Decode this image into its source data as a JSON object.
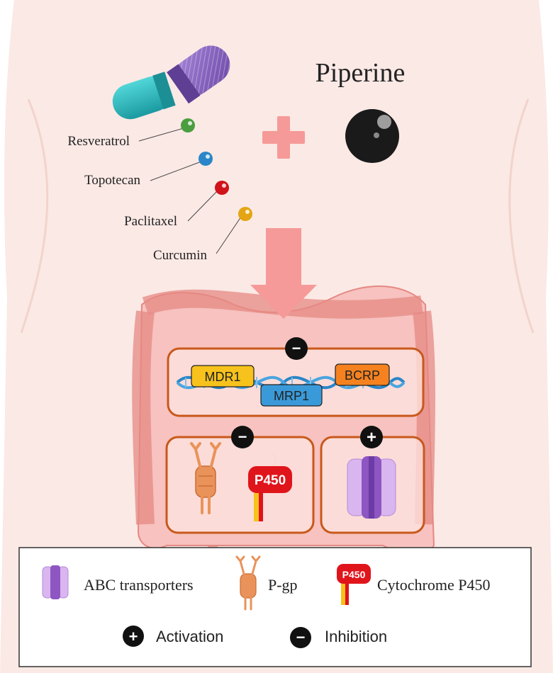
{
  "title": "Piperine",
  "drugs": [
    {
      "label": "Resveratrol",
      "color": "#4a9e3f"
    },
    {
      "label": "Topotecan",
      "color": "#2a86c8"
    },
    {
      "label": "Paclitaxel",
      "color": "#d0121a"
    },
    {
      "label": "Curcumin",
      "color": "#e3a514"
    }
  ],
  "genes": {
    "mdr1": "MDR1",
    "mrp1": "MRP1",
    "bcrp": "BCRP"
  },
  "signs": {
    "minus": "−",
    "plus": "+"
  },
  "p450_tag": "P450",
  "legend": {
    "abc": "ABC transporters",
    "pgp": "P-gp",
    "cyp": "Cytochrome P450",
    "p450_tag": "P450",
    "activation": "Activation",
    "inhibition": "Inhibition"
  },
  "colors": {
    "body": "#fbe9e5",
    "intestine": "#f4a3a0",
    "arrow": "#f59a98",
    "box_border": "#c8581b",
    "mdr1": "#f6c21b",
    "mrp1": "#3a9ad9",
    "bcrp": "#f5821f",
    "p450": "#e0141b",
    "transporter": "#9a63c7",
    "pgp": "#e9935a",
    "capsule_teal": "#2bbcc0",
    "capsule_purple": "#8b66c4"
  }
}
